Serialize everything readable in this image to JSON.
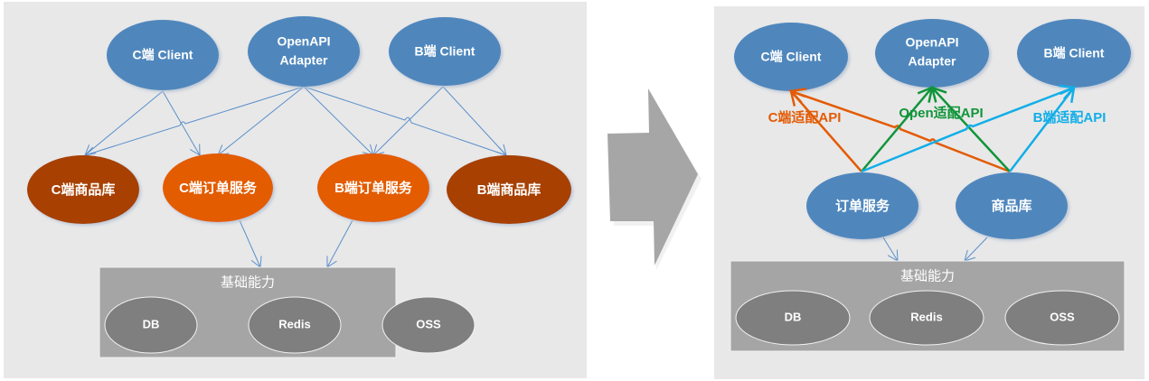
{
  "colors": {
    "client": "#4f87bd",
    "service_orange": "#e35b05",
    "store_brown": "#a74104",
    "edge_blue": "#5b8fcb",
    "c_api": "#e35b05",
    "open_api": "#10953a",
    "b_api": "#12aee8",
    "infra_box": "#a5a5a5",
    "infra_node": "#7f7f7f",
    "arrow_gray": "#a6a6a6"
  },
  "before": {
    "clients": [
      {
        "id": "c-client",
        "lines": [
          "C端 Client"
        ]
      },
      {
        "id": "openapi-adapter",
        "lines": [
          "OpenAPI",
          "Adapter"
        ]
      },
      {
        "id": "b-client",
        "lines": [
          "B端 Client"
        ]
      }
    ],
    "services": [
      {
        "id": "c-store",
        "label": "C端商品库"
      },
      {
        "id": "c-order",
        "label": "C端订单服务"
      },
      {
        "id": "b-order",
        "label": "B端订单服务"
      },
      {
        "id": "b-store",
        "label": "B端商品库"
      }
    ],
    "infra": {
      "title": "基础能力",
      "items": [
        "DB",
        "Redis",
        "OSS"
      ]
    }
  },
  "transition_arrow": "right-arrow",
  "after": {
    "clients": [
      {
        "id": "c-client",
        "lines": [
          "C端 Client"
        ]
      },
      {
        "id": "openapi-adapter",
        "lines": [
          "OpenAPI",
          "Adapter"
        ]
      },
      {
        "id": "b-client",
        "lines": [
          "B端 Client"
        ]
      }
    ],
    "services": [
      {
        "id": "order",
        "label": "订单服务"
      },
      {
        "id": "store",
        "label": "商品库"
      }
    ],
    "api_labels": {
      "c": "C端适配API",
      "open": "Open适配API",
      "b": "B端适配API"
    },
    "infra": {
      "title": "基础能力",
      "items": [
        "DB",
        "Redis",
        "OSS"
      ]
    }
  }
}
